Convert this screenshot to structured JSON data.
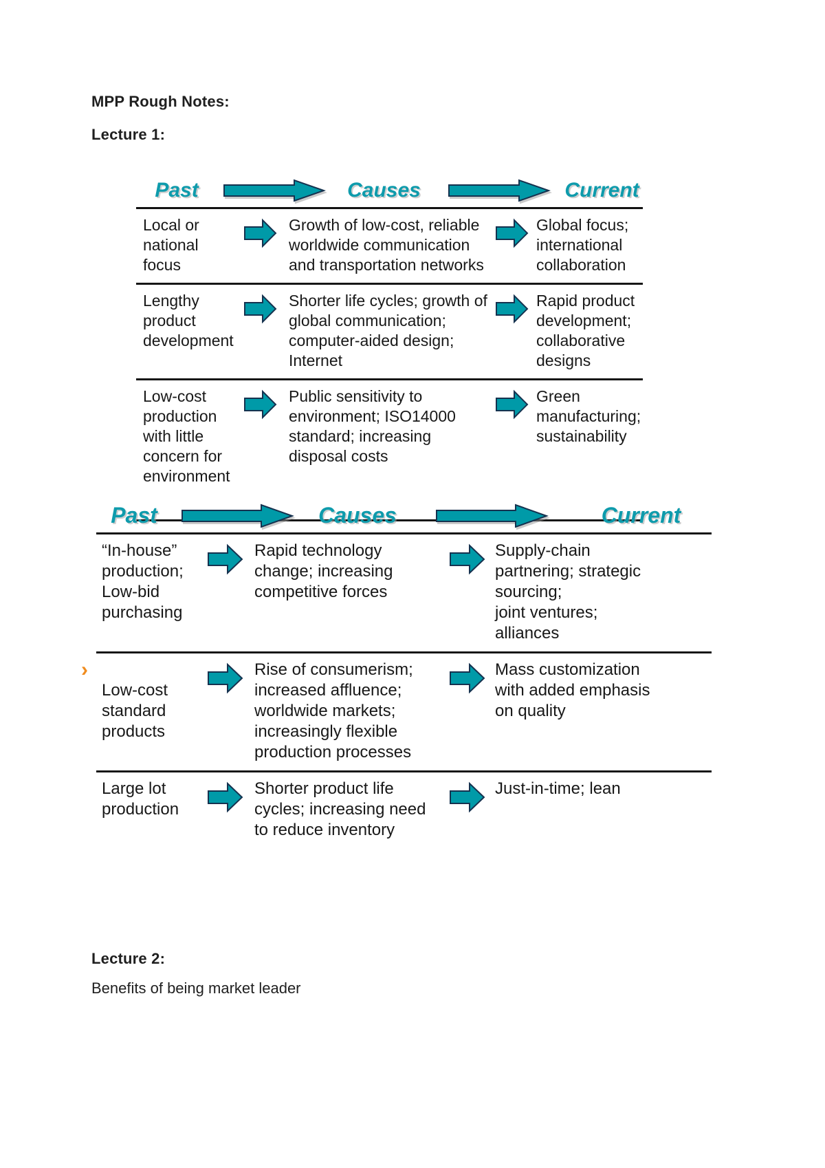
{
  "page": {
    "title": "MPP Rough Notes:",
    "lecture1_label": "Lecture 1:",
    "lecture2_label": "Lecture 2:",
    "lecture2_text": "Benefits of being market leader"
  },
  "colors": {
    "teal": "#009aa8",
    "outline": "#16324f",
    "header_text": "#0e9bac",
    "orange": "#f08c1e"
  },
  "tables": [
    {
      "headers": {
        "past": "Past",
        "causes": "Causes",
        "current": "Current"
      },
      "rows": [
        {
          "past": "Local or\nnational\nfocus",
          "causes": "Growth of low-cost, reliable\nworldwide communication\nand transportation networks",
          "current": "Global focus;\ninternational\ncollaboration"
        },
        {
          "past": "Lengthy\nproduct\ndevelopment",
          "causes": "Shorter life cycles; growth of\nglobal communication;\ncomputer-aided design;\nInternet",
          "current": "Rapid product\ndevelopment;\ncollaborative\ndesigns"
        },
        {
          "past": "Low-cost\nproduction\nwith little\nconcern for\nenvironment",
          "causes": "Public sensitivity to\nenvironment; ISO14000\nstandard; increasing\ndisposal costs",
          "current": "Green\nmanufacturing;\nsustainability"
        }
      ]
    },
    {
      "headers": {
        "past": "Past",
        "causes": "Causes",
        "current": "Current"
      },
      "rows": [
        {
          "past": "“In-house”\nproduction;\nLow-bid\npurchasing",
          "causes": "Rapid technology\nchange; increasing\ncompetitive forces",
          "current": "Supply-chain\npartnering; strategic\nsourcing;\njoint ventures;\nalliances"
        },
        {
          "marker": "›",
          "past": "Low-cost\nstandard\nproducts",
          "causes": "Rise of consumerism;\nincreased affluence;\nworldwide markets;\nincreasingly flexible\nproduction processes",
          "current": "Mass customization\nwith added emphasis\non quality"
        },
        {
          "past": "Large lot\nproduction",
          "causes": "Shorter product life\ncycles; increasing need\nto reduce inventory",
          "current": "Just-in-time; lean"
        }
      ]
    }
  ]
}
